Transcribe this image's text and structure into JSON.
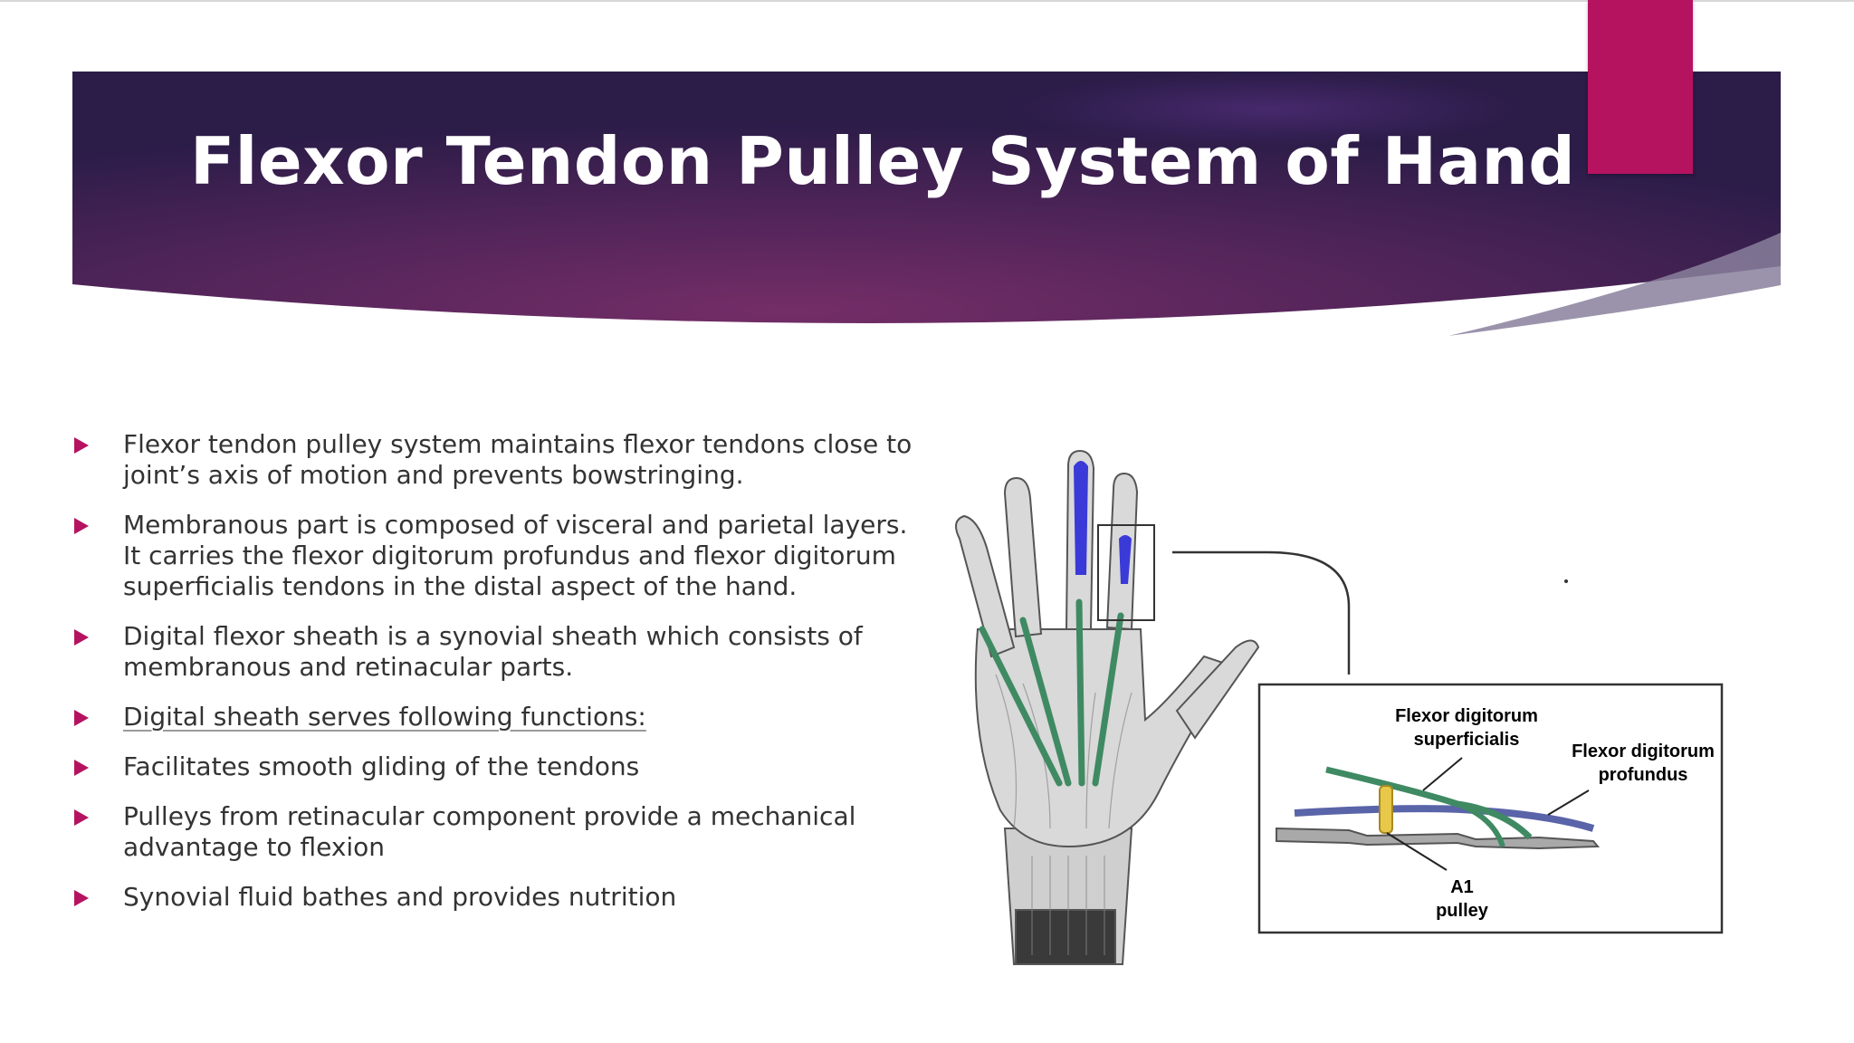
{
  "slide": {
    "title": "Flexor Tendon Pulley System of Hand",
    "accent_color": "#b5135f",
    "banner_colors": [
      "#2b1c48",
      "#6b2a62"
    ]
  },
  "bullets": [
    "Flexor tendon pulley system maintains flexor tendons close to joint’s axis of motion and prevents bowstringing.",
    "Membranous part is composed of visceral and parietal layers. It carries the flexor digitorum profundus and flexor digitorum superficialis tendons in the distal aspect of the hand.",
    "Digital flexor sheath is a synovial sheath which consists of membranous and retinacular parts.",
    "Digital sheath serves following functions:",
    "Facilitates smooth gliding of the tendons",
    "Pulleys from retinacular component provide a mechanical advantage to flexion",
    "Synovial fluid bathes and provides nutrition"
  ],
  "figure": {
    "labels": {
      "fds_line1": "Flexor digitorum",
      "fds_line2": "superficialis",
      "fdp_line1": "Flexor digitorum",
      "fdp_line2": "profundus",
      "a1_line1": "A1",
      "a1_line2": "pulley"
    },
    "colors": {
      "tendon_green": "#3f8a63",
      "tendon_blue": "#5a64a8",
      "pulley_yellow": "#e8c84a",
      "sheath_blue": "#3a3ad8"
    }
  }
}
